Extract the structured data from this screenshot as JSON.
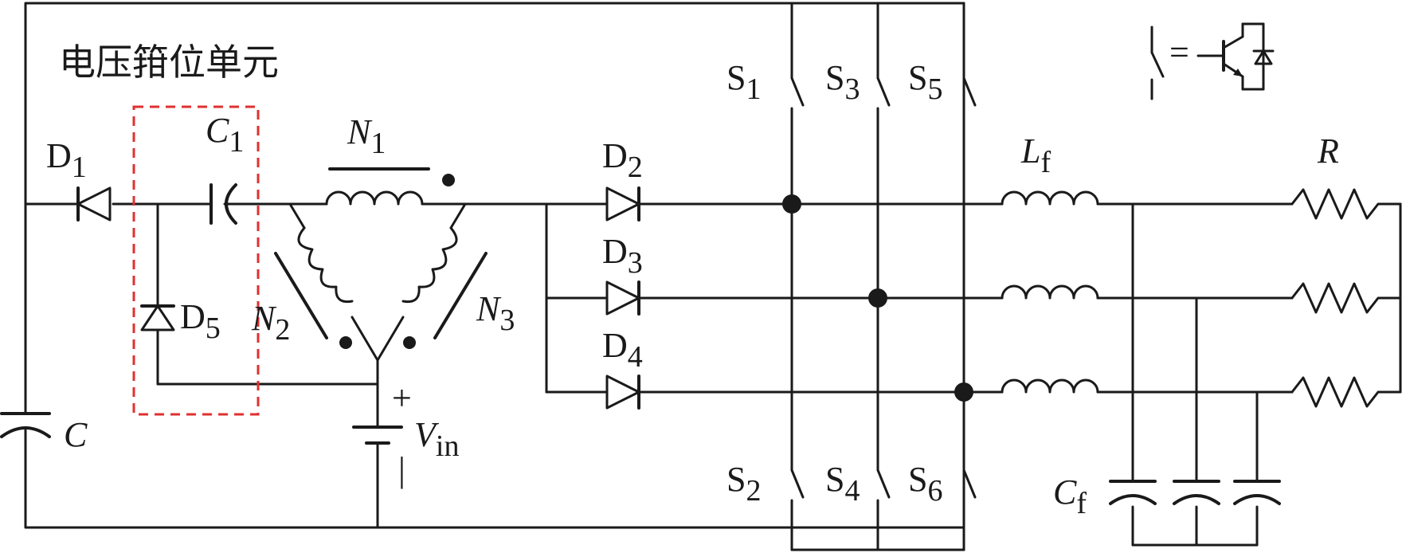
{
  "labels": {
    "clamp_unit": "电压箝位单元",
    "D1": {
      "base": "D",
      "sub": "1"
    },
    "C1": {
      "base": "C",
      "sub": "1"
    },
    "N1": {
      "base": "N",
      "sub": "1"
    },
    "N2": {
      "base": "N",
      "sub": "2"
    },
    "N3": {
      "base": "N",
      "sub": "3"
    },
    "D5": {
      "base": "D",
      "sub": "5"
    },
    "C": {
      "base": "C"
    },
    "Vin": {
      "base": "V",
      "sub": "in"
    },
    "plus": "+",
    "minus": "|",
    "D2": {
      "base": "D",
      "sub": "2"
    },
    "D3": {
      "base": "D",
      "sub": "3"
    },
    "D4": {
      "base": "D",
      "sub": "4"
    },
    "S1": {
      "base": "S",
      "sub": "1"
    },
    "S3": {
      "base": "S",
      "sub": "3"
    },
    "S5": {
      "base": "S",
      "sub": "5"
    },
    "S2": {
      "base": "S",
      "sub": "2"
    },
    "S4": {
      "base": "S",
      "sub": "4"
    },
    "S6": {
      "base": "S",
      "sub": "6"
    },
    "Lf": {
      "base": "L",
      "sub": "f"
    },
    "R": {
      "base": "R"
    },
    "Cf": {
      "base": "C",
      "sub": "f"
    },
    "equals": "="
  },
  "colors": {
    "wire": "#1a1a1a",
    "clamp_box": "#e03030",
    "background": "#ffffff"
  },
  "icons": {
    "switch_equivalent": "igbt-with-antiparallel-diode-icon"
  }
}
